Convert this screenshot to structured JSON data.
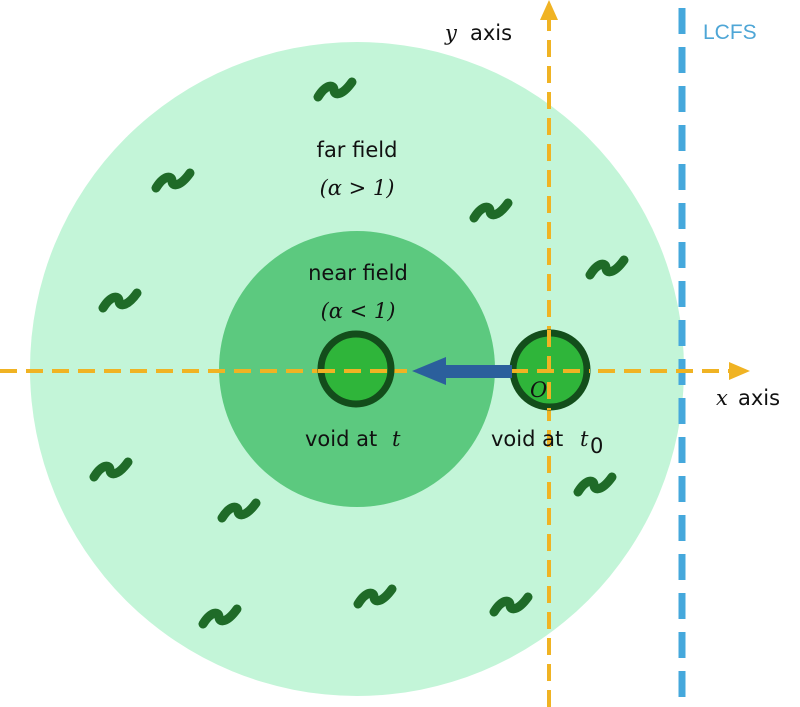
{
  "labels": {
    "y_axis_var": "y",
    "y_axis_word": "axis",
    "x_axis_var": "x",
    "x_axis_word": "axis",
    "lcfs": "LCFS",
    "far_field": "far field",
    "far_field_cond": "(α > 1)",
    "near_field": "near field",
    "near_field_cond": "(α < 1)",
    "void_t_prefix": "void at",
    "void_t_var": "t",
    "void_t0_prefix": "void at",
    "void_t0_var": "t",
    "void_t0_sub": "0",
    "origin": "O"
  },
  "colors": {
    "far_field_fill": "#c3f5d8",
    "near_field_fill": "#5cc97f",
    "void_fill": "#2fb53a",
    "void_ring": "#134d1b",
    "axis": "#f0b323",
    "lcfs": "#45a8dc",
    "arrow": "#2b5f9c",
    "squiggle": "#1f6b28",
    "lcfs_text": "#4ea6d6"
  }
}
